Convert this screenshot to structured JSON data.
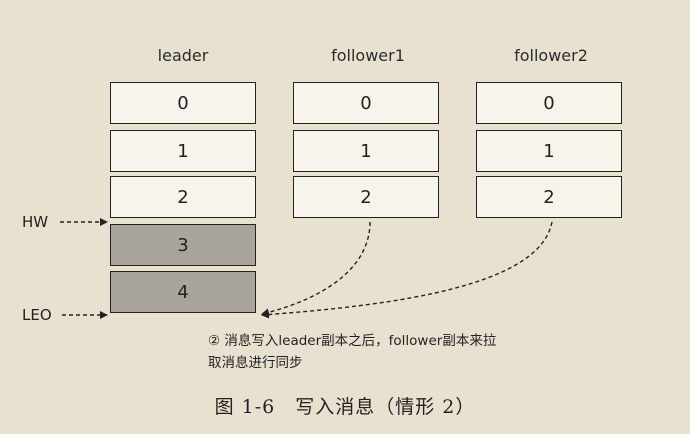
{
  "columns": [
    {
      "title": "leader",
      "cells": [
        "0",
        "1",
        "2",
        "3",
        "4"
      ],
      "pending_from": 3
    },
    {
      "title": "follower1",
      "cells": [
        "0",
        "1",
        "2"
      ]
    },
    {
      "title": "follower2",
      "cells": [
        "0",
        "1",
        "2"
      ]
    }
  ],
  "markers": {
    "hw": "HW",
    "leo": "LEO"
  },
  "note": {
    "line1": "② 消息写入leader副本之后，follower副本来拉",
    "line2": "取消息进行同步"
  },
  "caption": "图 1-6　写入消息（情形 2）",
  "colors": {
    "background": "#e9e1cf",
    "cell_fill": "#f7f4ec",
    "pending_fill": "#aaa59c",
    "stroke": "#222222"
  }
}
